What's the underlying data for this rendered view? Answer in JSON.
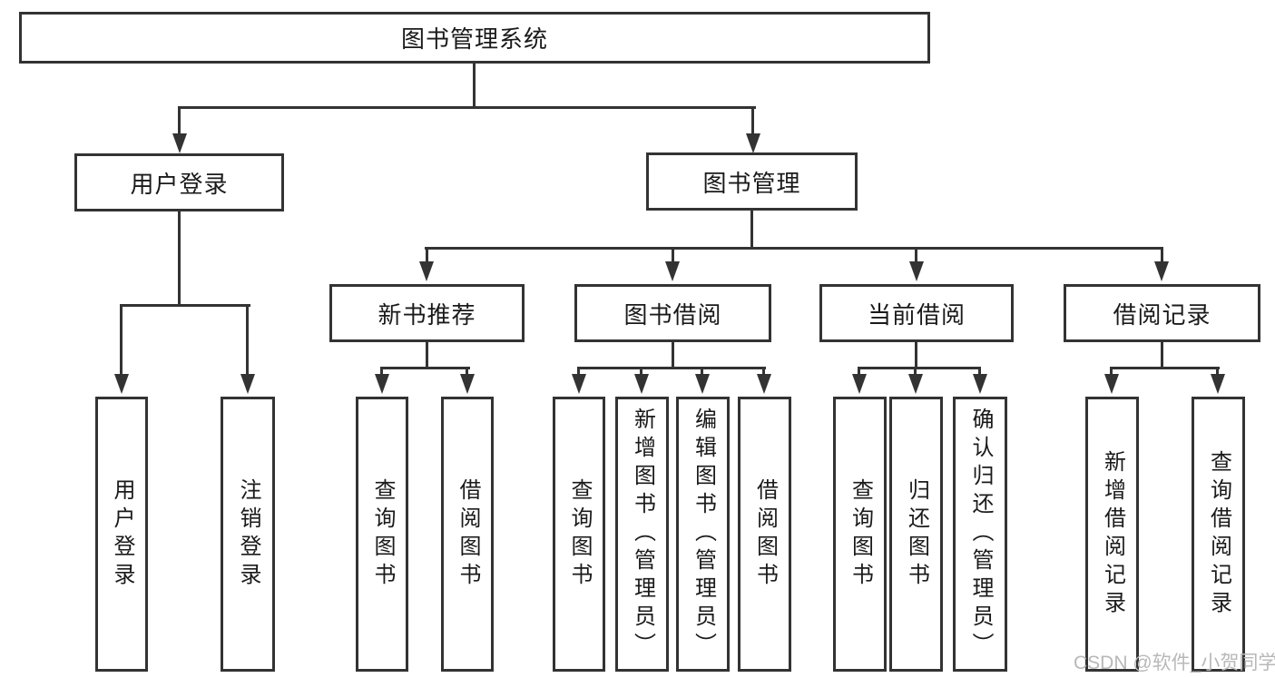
{
  "tree": {
    "root": {
      "label": "图书管理系统",
      "children": [
        {
          "label": "用户登录",
          "children": [
            {
              "label": "用户登录"
            },
            {
              "label": "注销登录"
            }
          ]
        },
        {
          "label": "图书管理",
          "children": [
            {
              "label": "新书推荐",
              "children": [
                {
                  "label": "查询图书"
                },
                {
                  "label": "借阅图书"
                }
              ]
            },
            {
              "label": "图书借阅",
              "children": [
                {
                  "label": "查询图书"
                },
                {
                  "label": "新增图书（管理员）"
                },
                {
                  "label": "编辑图书（管理员）"
                },
                {
                  "label": "借阅图书"
                }
              ]
            },
            {
              "label": "当前借阅",
              "children": [
                {
                  "label": "查询图书"
                },
                {
                  "label": "归还图书"
                },
                {
                  "label": "确认归还（管理员）"
                }
              ]
            },
            {
              "label": "借阅记录",
              "children": [
                {
                  "label": "新增借阅记录"
                },
                {
                  "label": "查询借阅记录"
                }
              ]
            }
          ]
        }
      ]
    }
  },
  "watermark": {
    "text": "CSDN @软件_小贺同学"
  },
  "colors": {
    "line": "#333333",
    "text": "#1a1a1a",
    "watermark": "#b8b8b8",
    "background": "#ffffff"
  }
}
